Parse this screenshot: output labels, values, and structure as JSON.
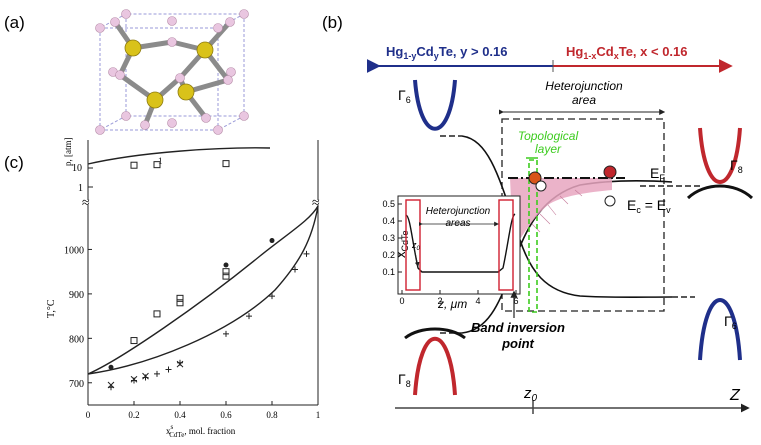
{
  "panels": {
    "a": {
      "label": "(a)"
    },
    "b": {
      "label": "(b)",
      "left_header": "Hg1-yCdyTe, y > 0.16",
      "left_header_parts": {
        "base": "Hg",
        "sub1": "1-y",
        "mid": "Cd",
        "sub2": "y",
        "tail": "Te, y > 0.16"
      },
      "right_header": "Hg1-xCdxTe, x < 0.16",
      "right_header_parts": {
        "base": "Hg",
        "sub1": "1-x",
        "mid": "Cd",
        "sub2": "x",
        "tail": "Te, x < 0.16"
      },
      "heterojunction_area": [
        "Heterojunction",
        "area"
      ],
      "topological_layer": [
        "Topological",
        "layer"
      ],
      "fermi": {
        "base": "E",
        "sub": "F"
      },
      "ec_ev": {
        "b1": "E",
        "s1": "c",
        "mid": " = E",
        "s2": "v"
      },
      "gamma6_top": {
        "base": "Γ",
        "sub": "6"
      },
      "gamma8_top": {
        "base": "Γ",
        "sub": "8"
      },
      "gamma6_bottom": {
        "base": "Γ",
        "sub": "6"
      },
      "gamma8_bottom": {
        "base": "Γ",
        "sub": "8"
      },
      "band_inversion": [
        "Band inversion",
        "point"
      ],
      "z0": {
        "base": "z",
        "sub": "0"
      },
      "z_axis": "Z",
      "inset": {
        "ylabel_base": "x",
        "ylabel_sub": "CdTe",
        "yticks": [
          "0.5",
          "0.4",
          "0.3",
          "0.2",
          "0.1"
        ],
        "xticks": [
          "0",
          "2",
          "4",
          "6"
        ],
        "xlabel": "z, μm",
        "areas": [
          "Heterojunction",
          "areas"
        ],
        "z0": {
          "base": "z",
          "sub": "0"
        }
      }
    },
    "c": {
      "label": "(c)",
      "top_ylabel": "p, [atm]",
      "top_yticks": [
        "10",
        "1"
      ],
      "curve_label": "1",
      "ylabel": "T,°C",
      "yticks": [
        "1000",
        "900",
        "800",
        "700"
      ],
      "xticks": [
        "0",
        "0.2",
        "0.4",
        "0.6",
        "0.8",
        "1"
      ],
      "xlabel": "xsCdTe, mol. fraction",
      "xlabel_parts": {
        "x": "x",
        "sup": "s",
        "sub": "CdTe",
        "tail": ", mol. fraction"
      }
    }
  },
  "colors": {
    "blue": "#1f2f8a",
    "red": "#c0272d",
    "green": "#3dcc1f",
    "pink": "#e7a6c0",
    "gold": "#d9c21a"
  },
  "chart_data": {
    "type": "scatter",
    "xlabel": "xsCdTe, mol. fraction",
    "ylabel": "T,°C",
    "xlim": [
      0,
      1
    ],
    "ylim": [
      650,
      1100
    ],
    "series": [
      {
        "marker": "square",
        "points": [
          [
            0.2,
            795
          ],
          [
            0.3,
            855
          ],
          [
            0.4,
            890
          ],
          [
            0.4,
            880
          ],
          [
            0.6,
            950
          ],
          [
            0.6,
            940
          ]
        ]
      },
      {
        "marker": "plus",
        "points": [
          [
            0.1,
            690
          ],
          [
            0.2,
            705
          ],
          [
            0.25,
            712
          ],
          [
            0.3,
            720
          ],
          [
            0.35,
            730
          ],
          [
            0.4,
            745
          ],
          [
            0.6,
            810
          ],
          [
            0.7,
            850
          ],
          [
            0.8,
            895
          ],
          [
            0.9,
            955
          ],
          [
            0.95,
            990
          ]
        ]
      },
      {
        "marker": "x",
        "points": [
          [
            0.1,
            695
          ],
          [
            0.2,
            708
          ],
          [
            0.25,
            715
          ],
          [
            0.4,
            742
          ]
        ]
      },
      {
        "marker": "dot",
        "points": [
          [
            0.1,
            735
          ],
          [
            0.6,
            965
          ],
          [
            0.8,
            1020
          ]
        ]
      }
    ],
    "pressure": {
      "ylabel": "p, [atm]",
      "points": [
        [
          0.2,
          14
        ],
        [
          0.3,
          15
        ],
        [
          0.6,
          17
        ]
      ]
    }
  }
}
